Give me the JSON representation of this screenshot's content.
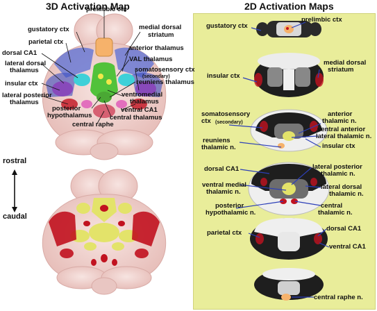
{
  "titles": {
    "left": "3D Activation Map",
    "right": "2D Activation Maps"
  },
  "axis": {
    "top": "rostral",
    "bottom": "caudal"
  },
  "left_labels": {
    "prelimbic": "prelimbic ctx",
    "gustatory": "gustatory ctx",
    "medial_dorsal_1": "medial dorsal",
    "medial_dorsal_2": "striatum",
    "parietal": "parietal ctx",
    "anterior_thalamus": "anterior thalamus",
    "dorsal_ca1": "dorsal CA1",
    "lateral_dorsal_1": "lateral dorsal",
    "lateral_dorsal_2": "thalamus",
    "val_thalamus": "VAL thalamus",
    "somatosensory": "somatosensory ctx",
    "secondary": "(secondary)",
    "insular": "insular ctx",
    "reuniens": "reuniens thalamus",
    "lateral_posterior_1": "lateral posterior",
    "lateral_posterior_2": "thalamus",
    "ventromedial_1": "ventromedial",
    "ventromedial_2": "thalamus",
    "ventral_ca1": "ventral CA1",
    "posterior_hypo_1": "posterior",
    "posterior_hypo_2": "hypothalamus",
    "central_thalamus": "central thalamus",
    "central_raphe": "central raphe"
  },
  "right_labels": {
    "gustatory": "gustatory ctx",
    "prelimbic": "prelimbic ctx",
    "insular": "insular ctx",
    "medial_dorsal_1": "medial dorsal",
    "medial_dorsal_2": "striatum",
    "somatosensory_1": "somatosensory",
    "somatosensory_2": "ctx",
    "secondary": "(secondary)",
    "anterior_1": "anterior",
    "anterior_2": "thalamic n.",
    "ventral_anterior_1": "ventral anterior",
    "ventral_anterior_2": "lateral thalamic n.",
    "reuniens_1": "reuniens",
    "reuniens_2": "thalamic n.",
    "insular2": "insular ctx",
    "dorsal_ca1": "dorsal CA1",
    "lateral_posterior_1": "lateral posterior",
    "lateral_posterior_2": "thalamic n.",
    "ventral_medial_1": "ventral medial",
    "ventral_medial_2": "thalamic n.",
    "lateral_dorsal_1": "lateral dorsal",
    "lateral_dorsal_2": "thalamic n.",
    "posterior_1": "posterior",
    "posterior_2": "hypothalamic n.",
    "central_1": "central",
    "central_2": "thalamic n.",
    "parietal": "parietal ctx",
    "dorsal_ca1_b": "dorsal CA1",
    "ventral_ca1": "ventral CA1",
    "central_raphe": "central raphe n."
  },
  "colors": {
    "panel_bg": "#e9ed9a",
    "brain_shell": "#f2d6d3",
    "activation_red": "#c1121f",
    "activation_yellow": "#e3e36a",
    "pointer_blue": "#2c3fb8"
  }
}
